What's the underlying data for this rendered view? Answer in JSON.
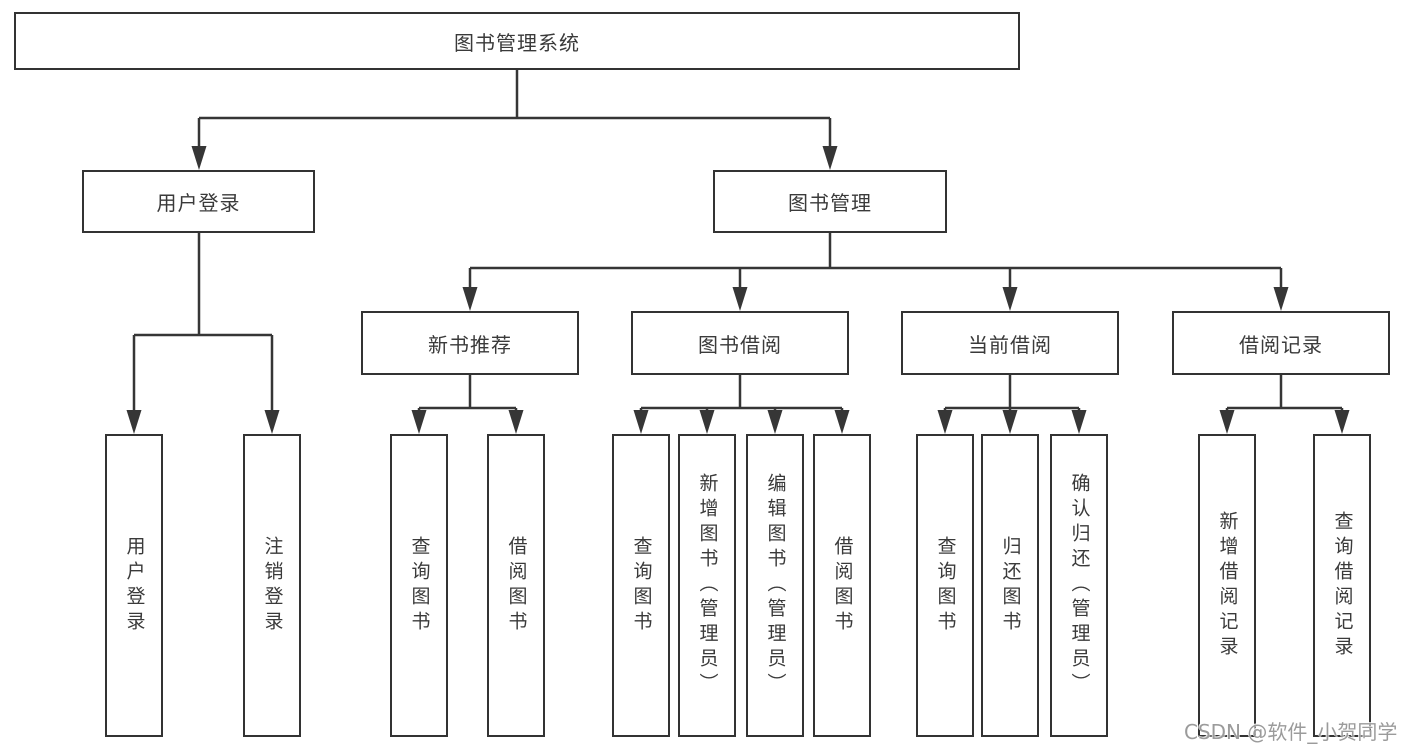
{
  "root": {
    "label": "图书管理系统"
  },
  "level1": [
    {
      "label": "用户登录"
    },
    {
      "label": "图书管理"
    }
  ],
  "level2": [
    {
      "label": "新书推荐"
    },
    {
      "label": "图书借阅"
    },
    {
      "label": "当前借阅"
    },
    {
      "label": "借阅记录"
    }
  ],
  "level3": {
    "user_login": [
      {
        "label": "用户登录"
      },
      {
        "label": "注销登录"
      }
    ],
    "new_book": [
      {
        "label": "查询图书"
      },
      {
        "label": "借阅图书"
      }
    ],
    "book_borrow": [
      {
        "label": "查询图书"
      },
      {
        "label": "新增图书（管理员）"
      },
      {
        "label": "编辑图书（管理员）"
      },
      {
        "label": "借阅图书"
      }
    ],
    "current_borrow": [
      {
        "label": "查询图书"
      },
      {
        "label": "归还图书"
      },
      {
        "label": "确认归还（管理员）"
      }
    ],
    "borrow_records": [
      {
        "label": "新增借阅记录"
      },
      {
        "label": "查询借阅记录"
      }
    ]
  },
  "watermark": {
    "text": "CSDN @软件_小贺同学"
  },
  "colors": {
    "line": "#363636",
    "border": "#333333",
    "text": "#3a3a3a",
    "watermark": "#9b9b9b",
    "background": "#ffffff"
  }
}
